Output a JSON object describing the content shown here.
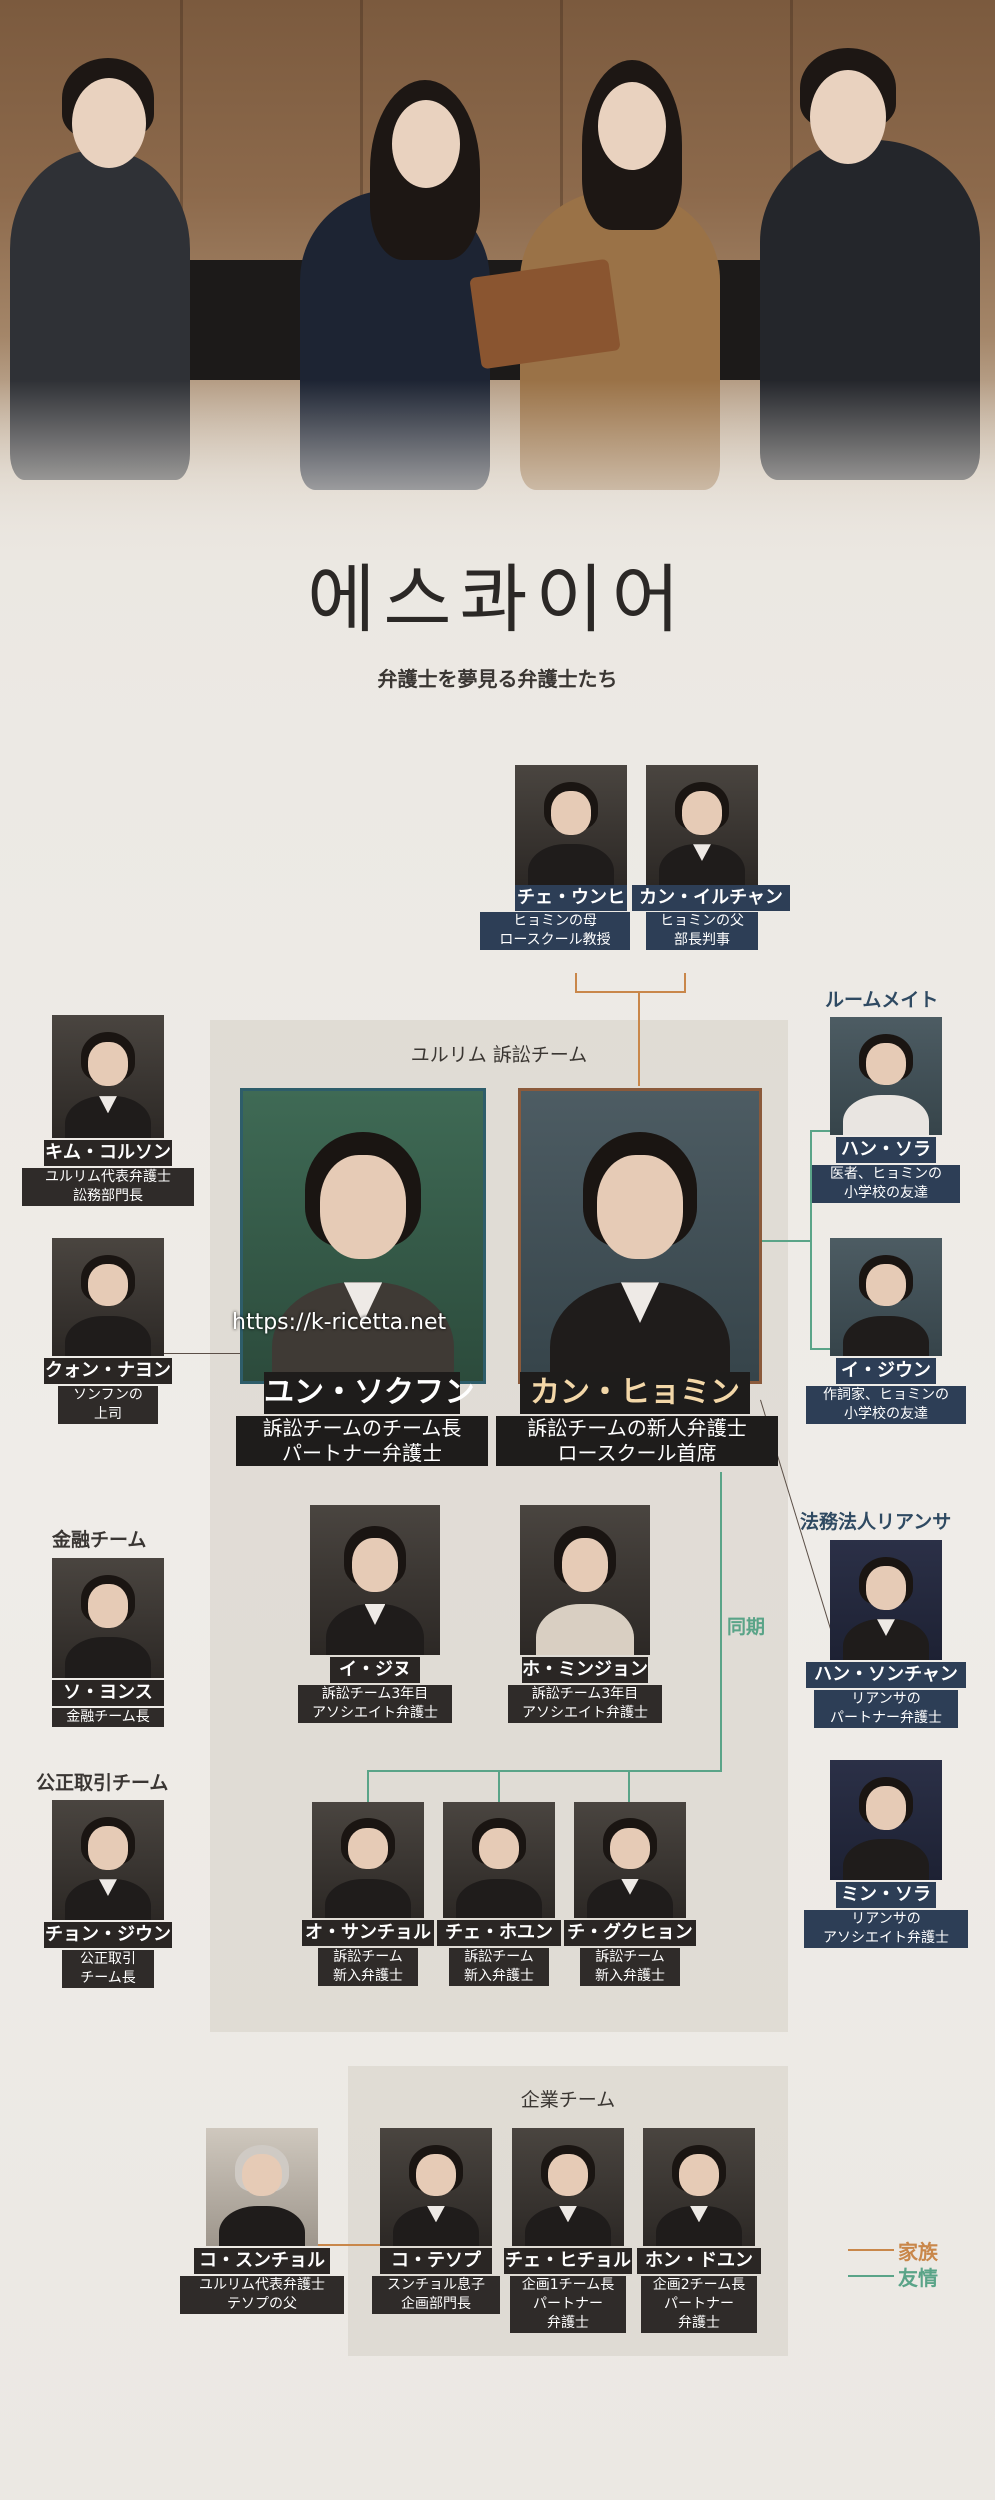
{
  "title": "에스콰이어",
  "subtitle": "弁護士を夢見る弁護士たち",
  "watermark": "https://k-ricetta.net",
  "teams": {
    "yulrim": "ユルリム 訴訟チーム",
    "roommate": "ルームメイト",
    "finance": "金融チーム",
    "fair": "公正取引チーム",
    "lianser": "法務法人リアンサ",
    "corporate": "企業チーム"
  },
  "doki_label": "同期",
  "legend": {
    "family": "家族",
    "friend": "友情"
  },
  "colors": {
    "family": "#c9874a",
    "friend": "#5aa488"
  },
  "characters": {
    "choe_unhee": {
      "name": "チェ・ウンヒ",
      "desc": "ヒョミンの母\nロースクール教授"
    },
    "kang_ilchan": {
      "name": "カン・イルチャン",
      "desc": "ヒョミンの父\n部長判事"
    },
    "kim_jolson": {
      "name": "キム・コルソン",
      "desc": "ユルリム代表弁護士\n訟務部門長"
    },
    "kwon_nayon": {
      "name": "クォン・ナヨン",
      "desc": "ソンフンの\n上司"
    },
    "yun_sokhun": {
      "name": "ユン・ソクフン",
      "desc": "訴訟チームのチーム長\nパートナー弁護士"
    },
    "kang_hyomin": {
      "name": "カン・ヒョミン",
      "desc": "訴訟チームの新人弁護士\nロースクール首席"
    },
    "han_sora": {
      "name": "ハン・ソラ",
      "desc": "医者、ヒョミンの\n小学校の友達"
    },
    "lee_jiun": {
      "name": "イ・ジウン",
      "desc": "作詞家、ヒョミンの\n小学校の友達"
    },
    "so_yonsu": {
      "name": "ソ・ヨンス",
      "desc": "金融チーム長"
    },
    "chon_jiun": {
      "name": "チョン・ジウン",
      "desc": "公正取引\nチーム長"
    },
    "lee_jinu": {
      "name": "イ・ジヌ",
      "desc": "訴訟チーム3年目\nアソシエイト弁護士"
    },
    "ho_minjon": {
      "name": "ホ・ミンジョン",
      "desc": "訴訟チーム3年目\nアソシエイト弁護士"
    },
    "han_sonchan": {
      "name": "ハン・ソンチャン",
      "desc": "リアンサの\nパートナー弁護士"
    },
    "min_sora": {
      "name": "ミン・ソラ",
      "desc": "リアンサの\nアソシエイト弁護士"
    },
    "o_sanchol": {
      "name": "オ・サンチョル",
      "desc": "訴訟チーム\n新入弁護士"
    },
    "choe_hoyun": {
      "name": "チェ・ホユン",
      "desc": "訴訟チーム\n新入弁護士"
    },
    "ji_gukhyon": {
      "name": "チ・グクヒョン",
      "desc": "訴訟チーム\n新入弁護士"
    },
    "ko_sunchol": {
      "name": "コ・スンチョル",
      "desc": "ユルリム代表弁護士\nテソプの父"
    },
    "ko_tesop": {
      "name": "コ・テソプ",
      "desc": "スンチョル息子\n企画部門長"
    },
    "choe_hichol": {
      "name": "チェ・ヒチョル",
      "desc": "企画1チーム長\nパートナー\n弁護士"
    },
    "hon_doyun": {
      "name": "ホン・ドユン",
      "desc": "企画2チーム長\nパートナー\n弁護士"
    }
  }
}
